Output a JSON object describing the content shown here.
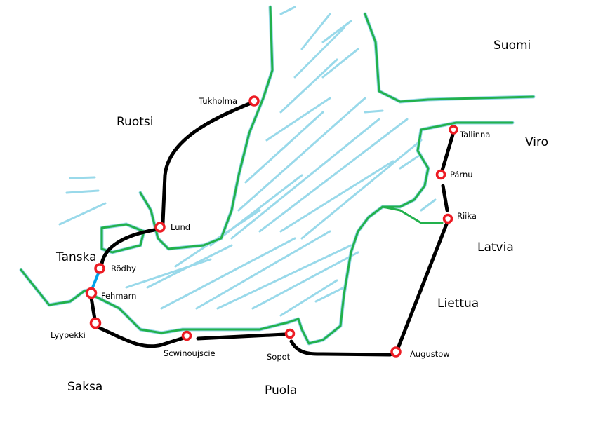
{
  "countries": {
    "finland": "Suomi",
    "sweden": "Ruotsi",
    "estonia": "Viro",
    "latvia": "Latvia",
    "lithuania": "Liettua",
    "denmark": "Tanska",
    "germany": "Saksa",
    "poland": "Puola"
  },
  "cities": {
    "stockholm": "Tukholma",
    "tallinn": "Tallinna",
    "parnu": "Pärnu",
    "riga": "Riika",
    "lund": "Lund",
    "rodby": "Rödby",
    "fehmarn": "Fehmarn",
    "lubeck": "Lyypekki",
    "swinoujscie": "Scwinoujscie",
    "sopot": "Sopot",
    "augustow": "Augustow"
  },
  "colors": {
    "coast": "#22b14c",
    "water": "#99d9ea",
    "route": "#000000",
    "ferry": "#00a2e8",
    "station": "#ed1c24"
  }
}
